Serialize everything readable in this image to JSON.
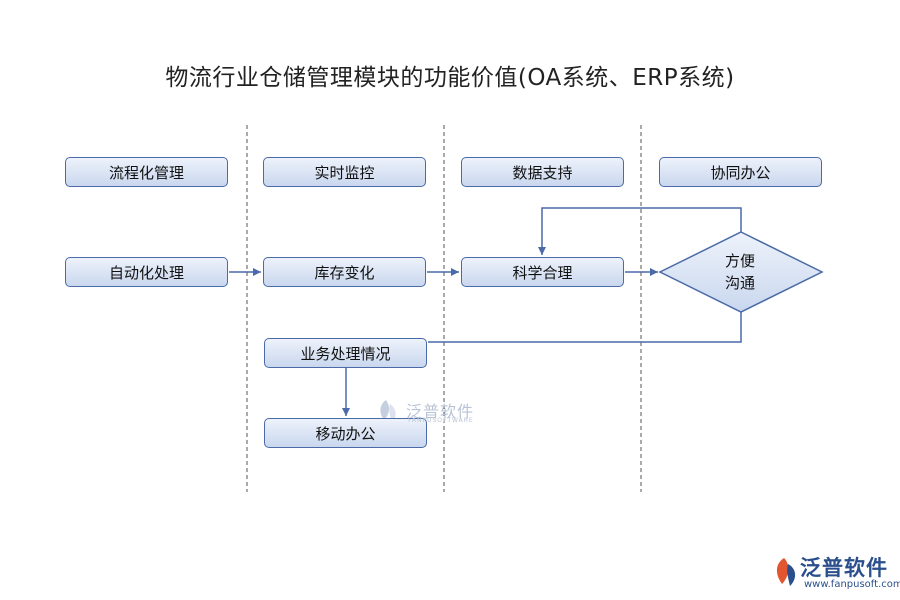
{
  "title": "物流行业仓储管理模块的功能价值(OA系统、ERP系统)",
  "nodes": {
    "process": "流程化管理",
    "monitor": "实时监控",
    "data_support": "数据支持",
    "collaboration": "协同办公",
    "automation": "自动化处理",
    "inventory": "库存变化",
    "scientific": "科学合理",
    "business": "业务处理情况",
    "mobile": "移动办公",
    "decision_line1": "方便",
    "decision_line2": "沟通"
  },
  "watermark": {
    "center_name": "泛普软件",
    "center_sub": "FANPUSOFTWARE",
    "corner_name": "泛普软件",
    "corner_url": "www.fanpusoft.com"
  },
  "colors": {
    "node_border": "#4a6aa8",
    "connector": "#4a6aa8",
    "lane_divider": "#555555",
    "brand": "#2b4f8c"
  }
}
